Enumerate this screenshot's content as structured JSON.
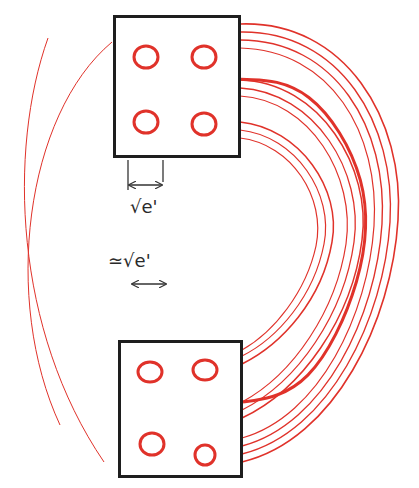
{
  "diagram": {
    "nodes": [
      {
        "text": []
      },
      {
        "text": []
      }
    ],
    "edges": [
      {
        "from": 0,
        "to": 1,
        "arrow": "none"
      }
    ],
    "labels": [
      "√e'",
      "≃√e'"
    ]
  }
}
